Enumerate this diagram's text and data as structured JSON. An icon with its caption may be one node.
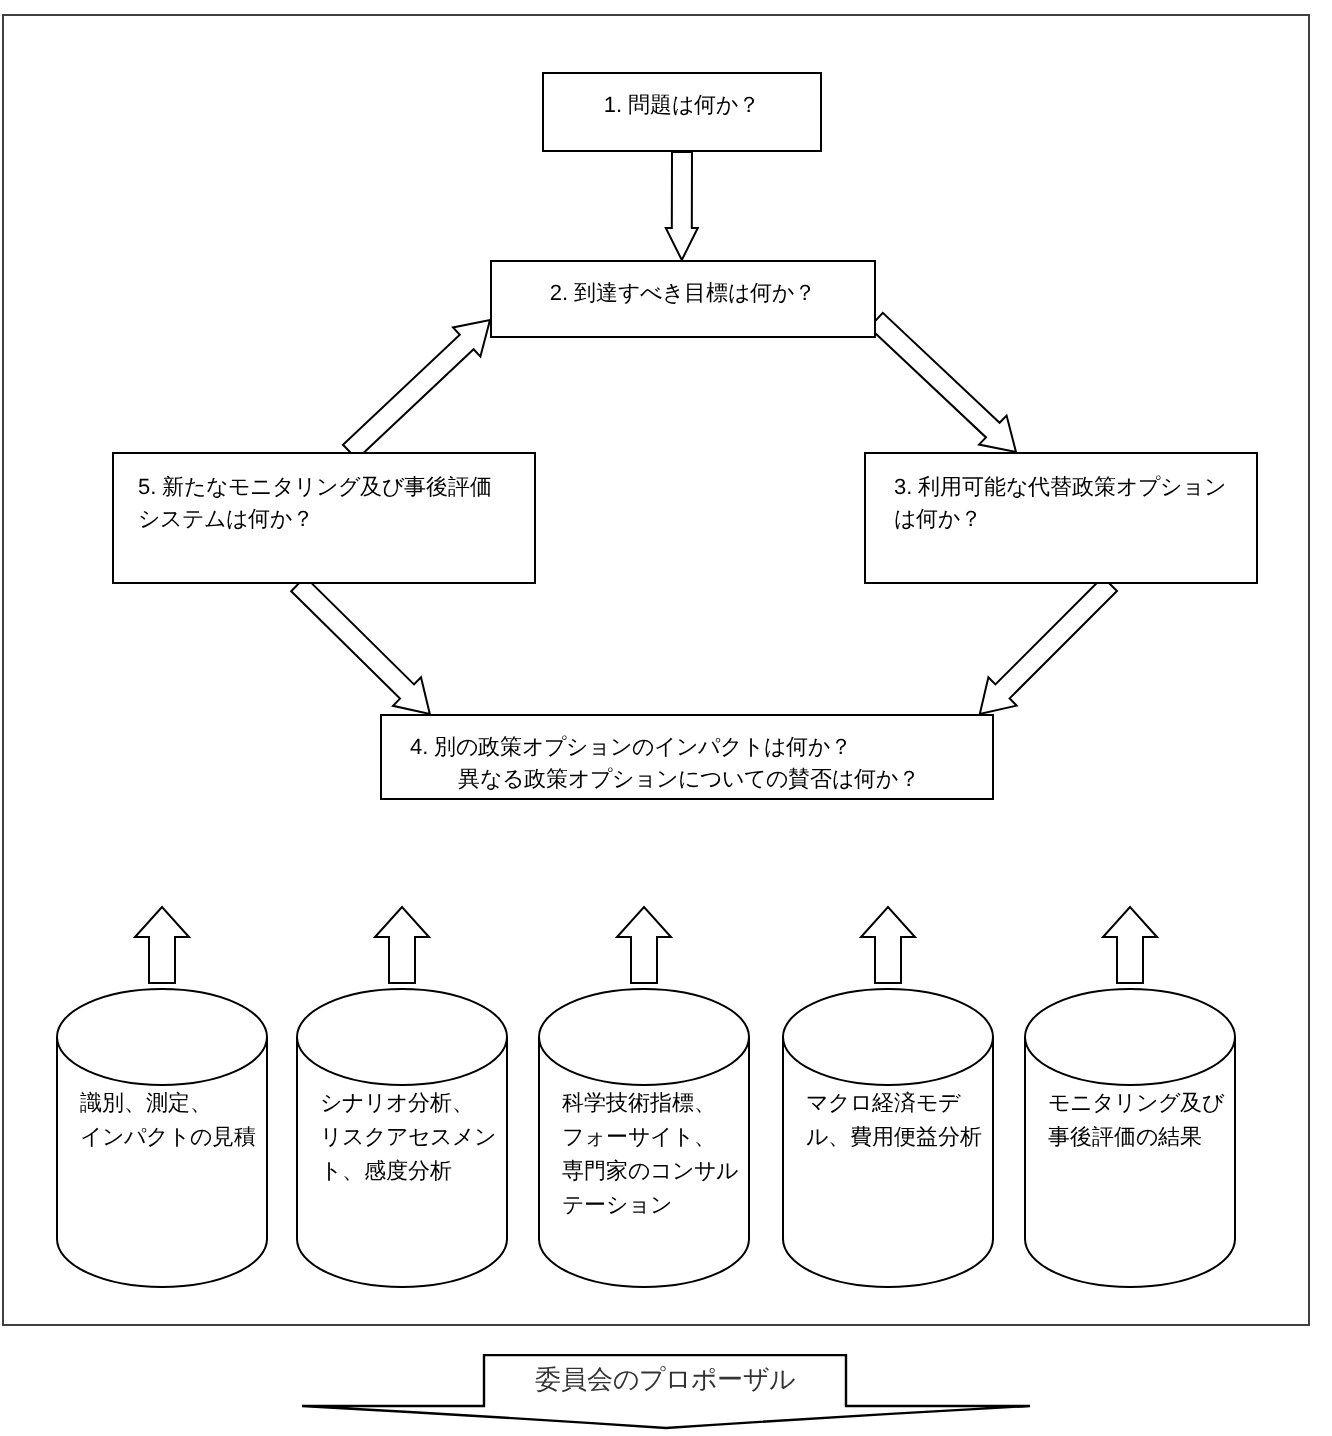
{
  "diagram": {
    "nodes": [
      {
        "text": [
          "1. 問題は何か？"
        ]
      },
      {
        "text": [
          "2. 到達すべき目標は何か？"
        ]
      },
      {
        "text": [
          "5. 新たなモニタリング及び事後評価システムは何か？"
        ]
      },
      {
        "text": [
          "3. 利用可能な代替政策オプションは何か？"
        ]
      },
      {
        "text": [
          "4. 別の政策オプションのインパクトは何か？",
          "異なる政策オプションについての賛否は何か？"
        ]
      },
      {
        "text": [
          "識別、測定、インパクトの見積"
        ]
      },
      {
        "text": [
          "シナリオ分析、リスクアセスメント、感度分析"
        ]
      },
      {
        "text": [
          "科学技術指標、フォーサイト、専門家のコンサルテーション"
        ]
      },
      {
        "text": [
          "マクロ経済モデル、費用便益分析"
        ]
      },
      {
        "text": [
          "モニタリング及び事後評価の結果"
        ]
      },
      {
        "text": [
          "委員会のプロポーザル"
        ]
      }
    ],
    "edges": [
      {
        "from": 0,
        "to": 1,
        "arrow": "to"
      },
      {
        "from": 1,
        "to": 3,
        "arrow": "to"
      },
      {
        "from": 3,
        "to": 4,
        "arrow": "to"
      },
      {
        "from": 2,
        "to": 4,
        "arrow": "to"
      },
      {
        "from": 2,
        "to": 1,
        "arrow": "to"
      },
      {
        "from": 5,
        "to": null,
        "arrow": "to"
      },
      {
        "from": 6,
        "to": null,
        "arrow": "to"
      },
      {
        "from": 7,
        "to": null,
        "arrow": "to"
      },
      {
        "from": 8,
        "to": null,
        "arrow": "to"
      },
      {
        "from": 9,
        "to": null,
        "arrow": "to"
      }
    ]
  }
}
